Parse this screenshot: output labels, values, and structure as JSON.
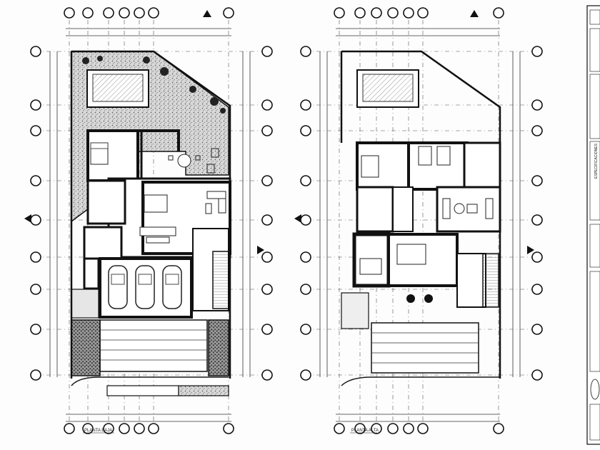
{
  "sheet": {
    "plans": [
      {
        "id": "ground",
        "title": "PLANTA BAJA"
      },
      {
        "id": "upper",
        "title": "PLANTA ALTA"
      }
    ],
    "titleblock": {
      "stacked_label": "ESPECIFICACIONES"
    }
  }
}
